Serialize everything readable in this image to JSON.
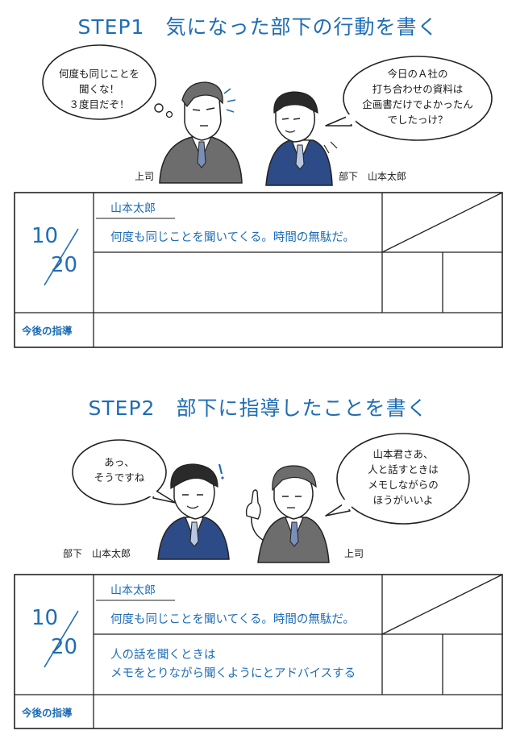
{
  "colors": {
    "accent": "#1e6db5",
    "ink": "#1a1a1a",
    "suit": "#2d4b86",
    "suitGray": "#6d6d6d"
  },
  "step1": {
    "title": "STEP1　気になった部下の行動を書く",
    "bubble_left": [
      "何度も同じことを",
      "聞くな！",
      "３度目だぞ！"
    ],
    "bubble_right": [
      "今日のＡ社の",
      "打ち合わせの資料は",
      "企画書だけでよかったん",
      "でしたっけ？"
    ],
    "label_left": "上司",
    "label_right": "部下　山本太郎",
    "form": {
      "date_month": "10",
      "date_day": "20",
      "name": "山本太郎",
      "lines": [
        "何度も同じことを聞いてくる。時間の無駄だ。"
      ],
      "guidance_label": "今後の指導"
    }
  },
  "step2": {
    "title": "STEP2　部下に指導したことを書く",
    "bubble_left": [
      "あっ、",
      "そうですね"
    ],
    "bubble_right": [
      "山本君さあ、",
      "人と話すときは",
      "メモしながらの",
      "ほうがいいよ"
    ],
    "label_left": "部下　山本太郎",
    "label_right": "上司",
    "form": {
      "date_month": "10",
      "date_day": "20",
      "name": "山本太郎",
      "lines": [
        "何度も同じことを聞いてくる。時間の無駄だ。"
      ],
      "advice_lines": [
        "人の話を聞くときは",
        "メモをとりながら聞くようにとアドバイスする"
      ],
      "guidance_label": "今後の指導"
    }
  }
}
